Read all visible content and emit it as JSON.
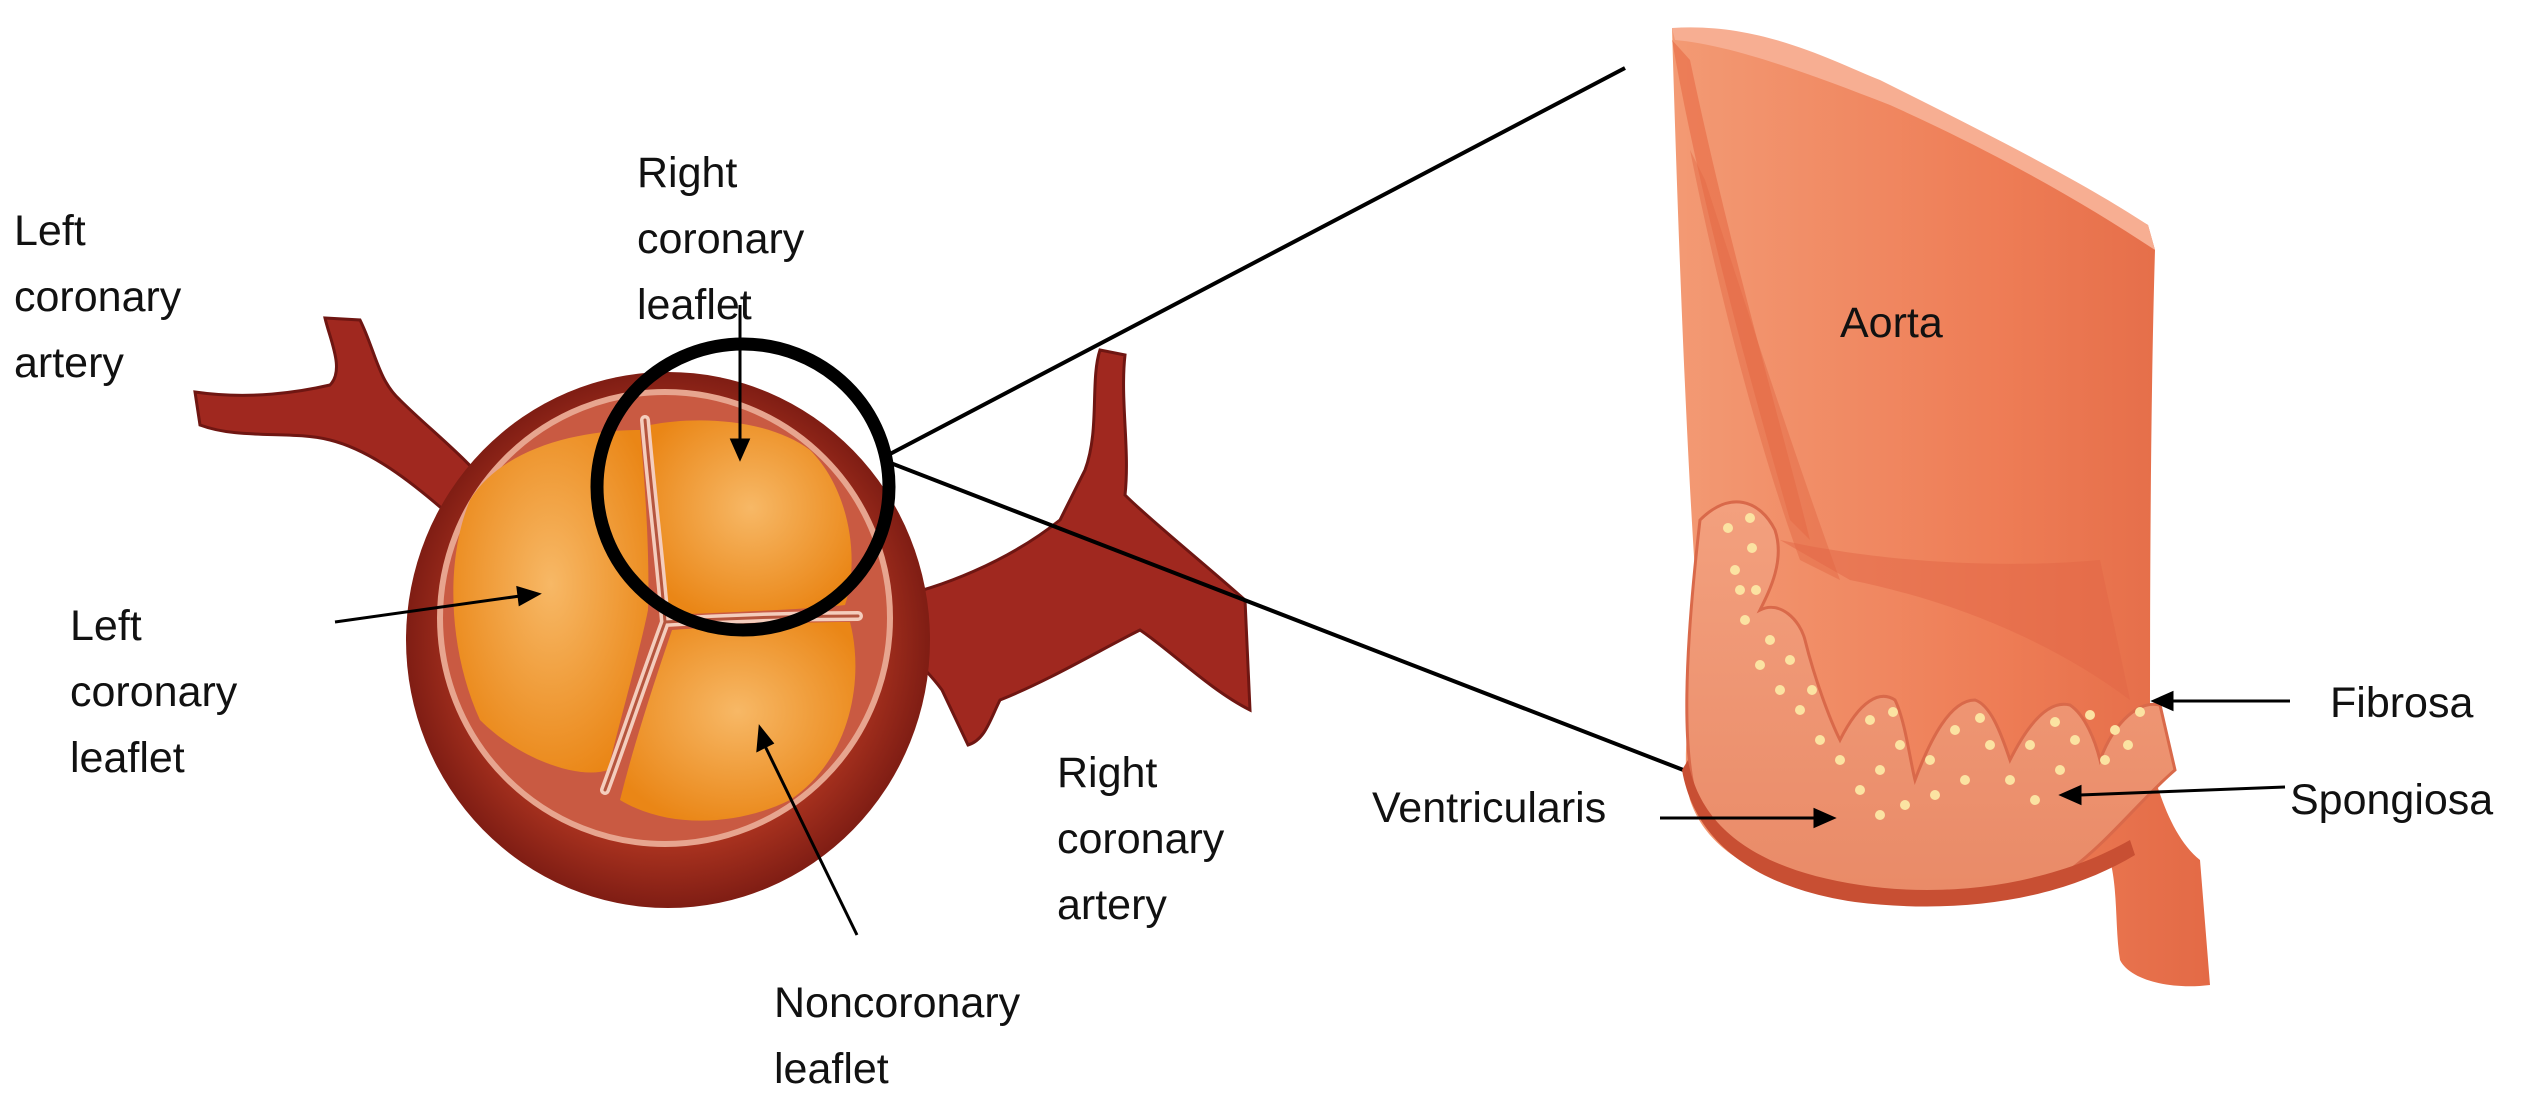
{
  "labels": {
    "left_coronary_artery": [
      "Left",
      "coronary",
      "artery"
    ],
    "right_coronary_leaflet": [
      "Right",
      "coronary",
      "leaflet"
    ],
    "left_coronary_leaflet": [
      "Left",
      "coronary",
      "leaflet"
    ],
    "right_coronary_artery": [
      "Right",
      "coronary",
      "artery"
    ],
    "noncoronary_leaflet": [
      "Noncoronary",
      "leaflet"
    ],
    "aorta": "Aorta",
    "fibrosa": "Fibrosa",
    "spongiosa": "Spongiosa",
    "ventricularis": "Ventricularis"
  },
  "colors": {
    "artery": "#9e2a22",
    "artery_dark": "#6f1612",
    "annulus": "#c8553e",
    "leaflet": "#ef8f1e",
    "leaflet_light": "#f6b25a",
    "commissure": "#f2c8b6",
    "aorta_wall": "#f08a66",
    "aorta_dark": "#e06a48",
    "aorta_light": "#f7a98a",
    "dots": "#fbe3a2",
    "ink": "#000000"
  }
}
